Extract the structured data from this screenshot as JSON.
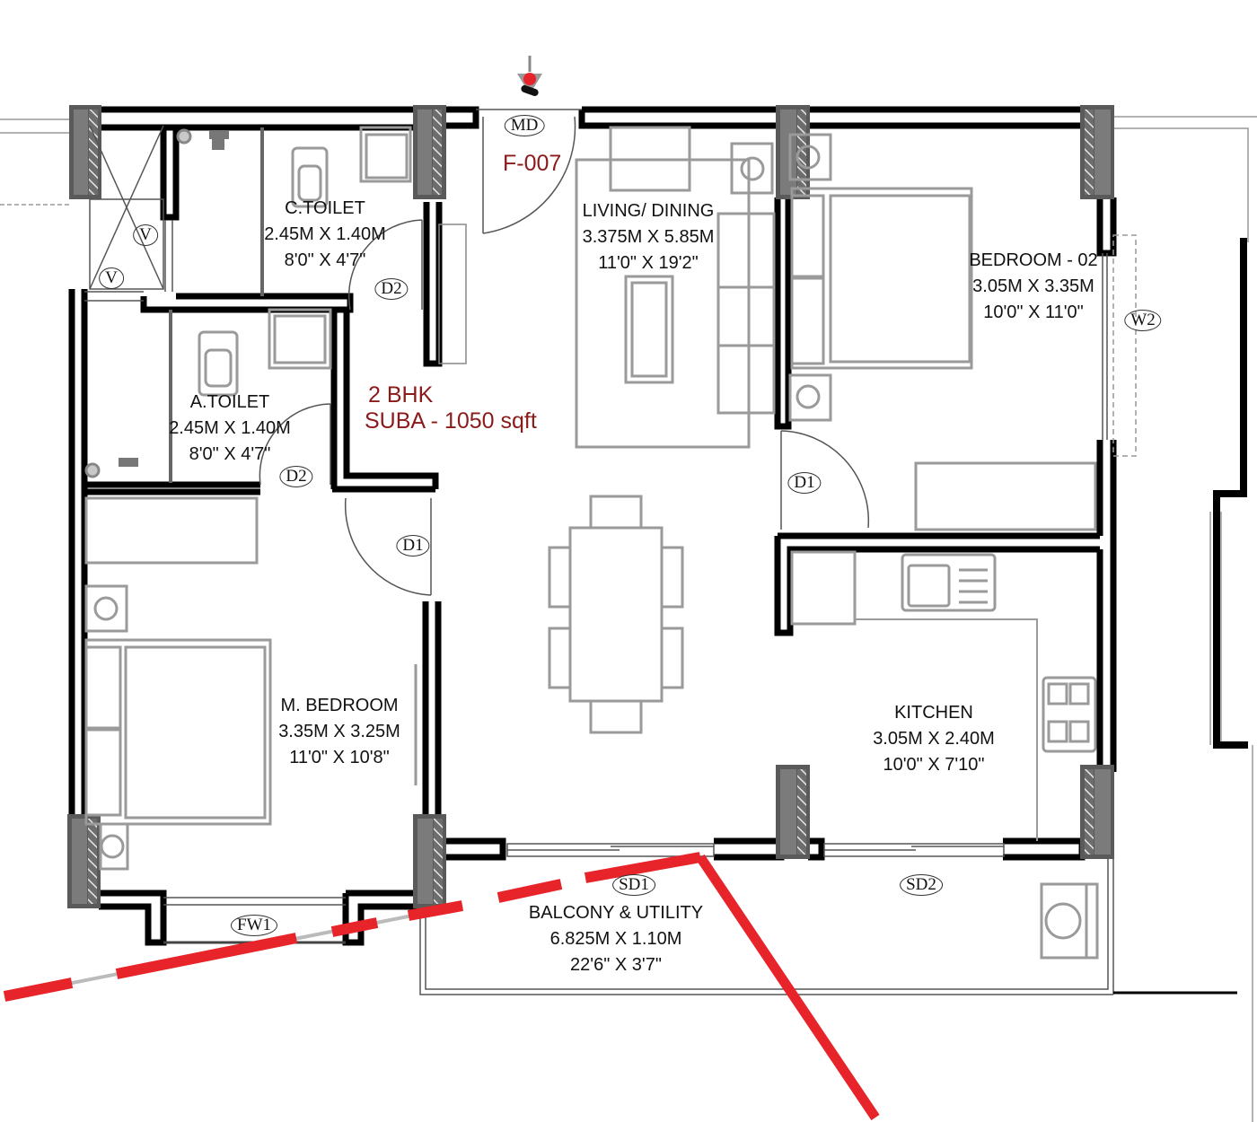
{
  "plan": {
    "unit_type": "2 BHK",
    "unit_name": "SUBA - 1050 sqft",
    "flat_number": "F-007",
    "accent_color": "#8b1a1a",
    "marker_color": "#e8242b"
  },
  "rooms": [
    {
      "id": "c-toilet",
      "name": "C.TOILET",
      "metric": "2.45M X 1.40M",
      "imperial": "8'0\" X 4'7\""
    },
    {
      "id": "a-toilet",
      "name": "A.TOILET",
      "metric": "2.45M X 1.40M",
      "imperial": "8'0\" X 4'7\""
    },
    {
      "id": "living-dining",
      "name": "LIVING/ DINING",
      "metric": "3.375M X 5.85M",
      "imperial": "11'0\" X 19'2\""
    },
    {
      "id": "bedroom-02",
      "name": "BEDROOM - 02",
      "metric": "3.05M X 3.35M",
      "imperial": "10'0\" X 11'0\""
    },
    {
      "id": "m-bedroom",
      "name": "M. BEDROOM",
      "metric": "3.35M X 3.25M",
      "imperial": "11'0\" X 10'8\""
    },
    {
      "id": "kitchen",
      "name": "KITCHEN",
      "metric": "3.05M X 2.40M",
      "imperial": "10'0\" X 7'10\""
    },
    {
      "id": "balcony-utility",
      "name": "BALCONY & UTILITY",
      "metric": "6.825M X 1.10M",
      "imperial": "22'6\" X 3'7\""
    }
  ],
  "openings": [
    {
      "id": "md",
      "label": "MD"
    },
    {
      "id": "d2-ctoilet",
      "label": "D2"
    },
    {
      "id": "d2-atoilet",
      "label": "D2"
    },
    {
      "id": "d1-mbed",
      "label": "D1"
    },
    {
      "id": "d1-bed2",
      "label": "D1"
    },
    {
      "id": "v-1",
      "label": "V"
    },
    {
      "id": "v-2",
      "label": "V"
    },
    {
      "id": "w2",
      "label": "W2"
    },
    {
      "id": "fw1",
      "label": "FW1"
    },
    {
      "id": "sd1",
      "label": "SD1"
    },
    {
      "id": "sd2",
      "label": "SD2"
    }
  ]
}
